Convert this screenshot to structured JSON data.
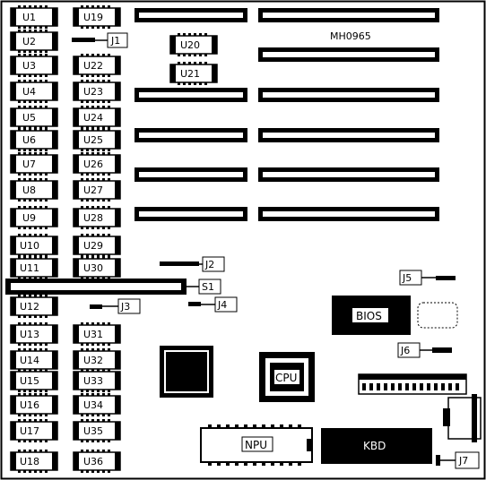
{
  "board_id": "MH0965",
  "chips": {
    "U1": "U1",
    "U2": "U2",
    "U3": "U3",
    "U4": "U4",
    "U5": "U5",
    "U6": "U6",
    "U7": "U7",
    "U8": "U8",
    "U9": "U9",
    "U10": "U10",
    "U11": "U11",
    "U12": "U12",
    "U13": "U13",
    "U14": "U14",
    "U15": "U15",
    "U16": "U16",
    "U17": "U17",
    "U18": "U18",
    "U19": "U19",
    "U20": "U20",
    "U21": "U21",
    "U22": "U22",
    "U23": "U23",
    "U24": "U24",
    "U25": "U25",
    "U26": "U26",
    "U27": "U27",
    "U28": "U28",
    "U29": "U29",
    "U30": "U30",
    "U31": "U31",
    "U32": "U32",
    "U33": "U33",
    "U34": "U34",
    "U35": "U35",
    "U36": "U36"
  },
  "jumpers": {
    "J1": "J1",
    "J2": "J2",
    "J3": "J3",
    "J4": "J4",
    "J5": "J5",
    "J6": "J6",
    "J7": "J7"
  },
  "switch": {
    "S1": "S1"
  },
  "components": {
    "bios": "BIOS",
    "cpu": "CPU",
    "npu": "NPU",
    "kbd": "KBD"
  }
}
